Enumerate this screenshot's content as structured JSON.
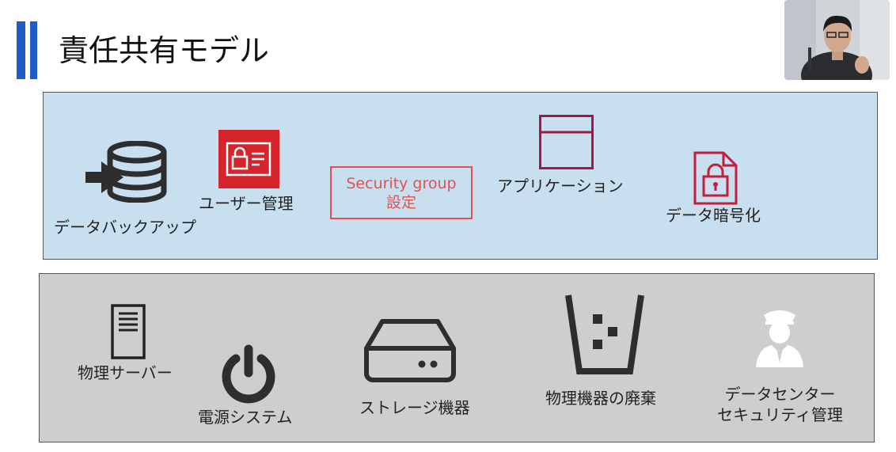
{
  "slide": {
    "title": "責任共有モデル"
  },
  "customer_responsibility": {
    "items": [
      {
        "label": "データバックアップ",
        "icon": "database-import-icon"
      },
      {
        "label": "ユーザー管理",
        "icon": "user-credentials-icon"
      },
      {
        "label": "Security group",
        "label2": "設定",
        "icon": "none"
      },
      {
        "label": "アプリケーション",
        "icon": "application-window-icon"
      },
      {
        "label": "データ暗号化",
        "icon": "encrypted-file-icon"
      }
    ]
  },
  "aws_responsibility": {
    "items": [
      {
        "label": "物理サーバー",
        "icon": "server-icon"
      },
      {
        "label": "電源システム",
        "icon": "power-icon"
      },
      {
        "label": "ストレージ機器",
        "icon": "storage-drive-icon"
      },
      {
        "label": "物理機器の廃棄",
        "icon": "disposal-bin-icon"
      },
      {
        "label": "データセンター",
        "label2": "セキュリティ管理",
        "icon": "security-guard-icon"
      }
    ]
  },
  "colors": {
    "accent_blue": "#1f5cc4",
    "top_panel_bg": "#c8dfef",
    "bottom_panel_bg": "#cecece",
    "security_red": "#e05252",
    "iam_red": "#d6242d",
    "app_maroon": "#a0184a",
    "encrypt_red": "#c41e3a"
  }
}
